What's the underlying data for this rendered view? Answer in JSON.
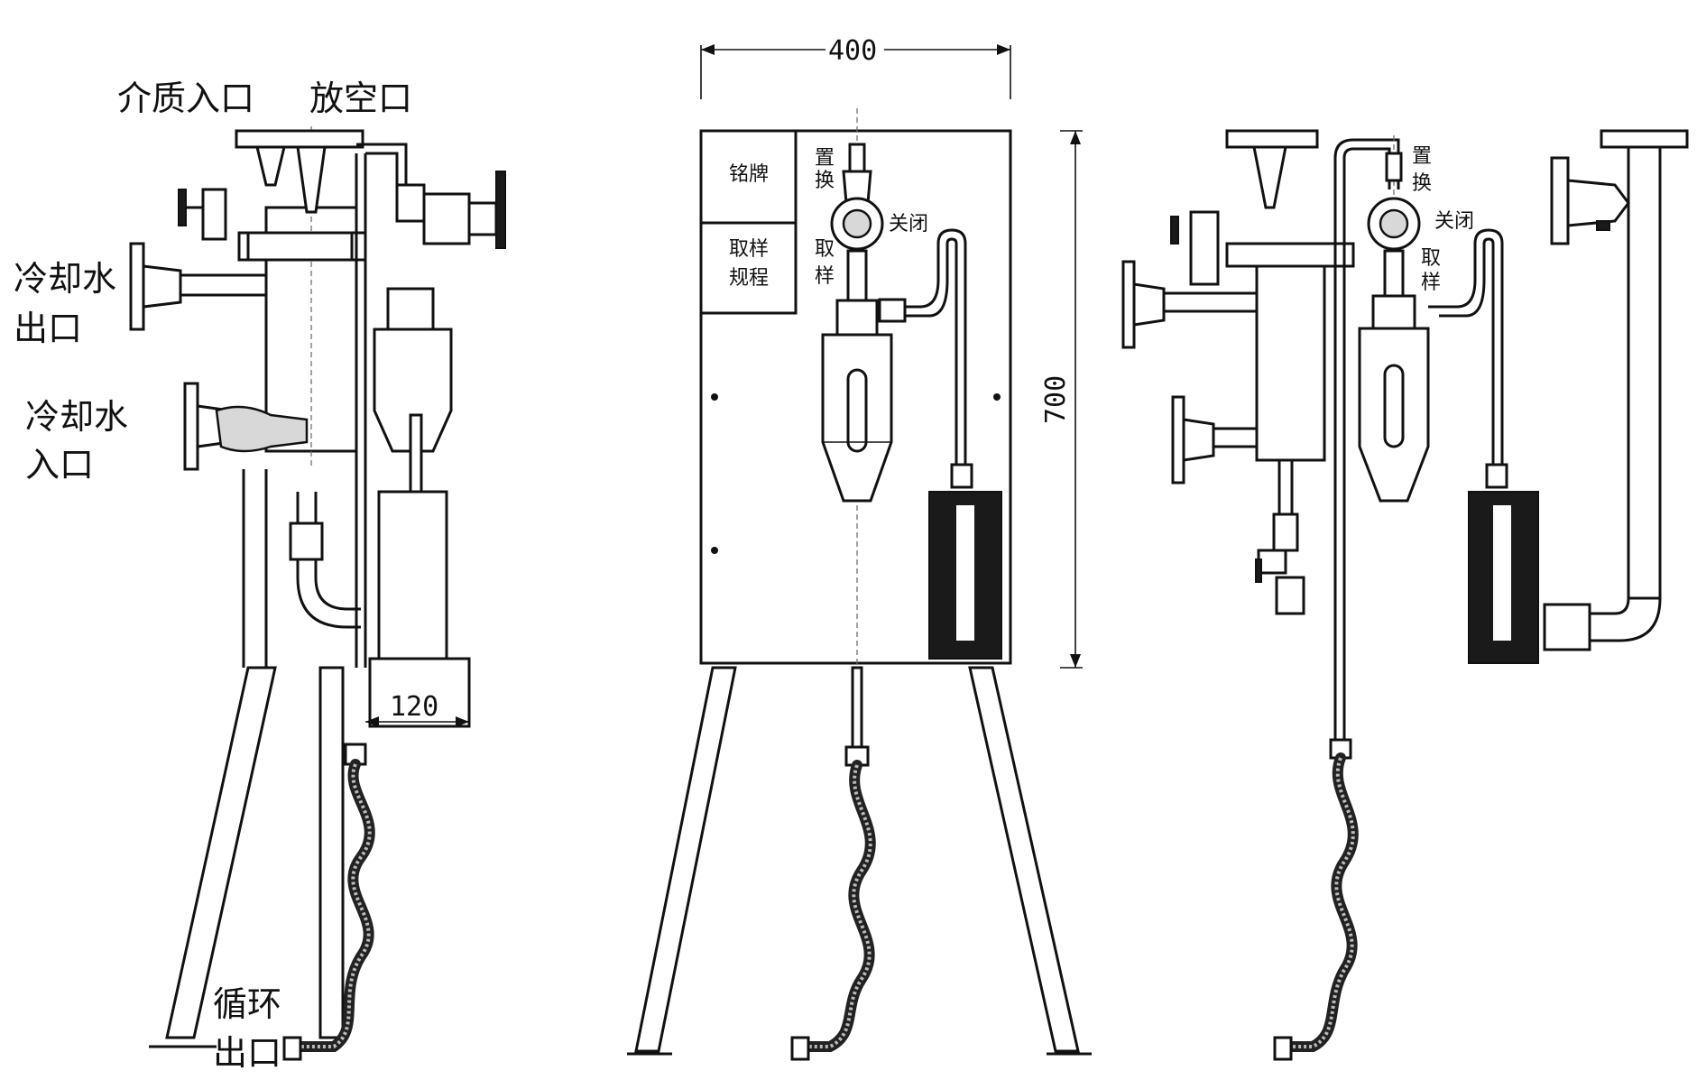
{
  "labels": {
    "medium_inlet": "介质入口",
    "vent": "放空口",
    "cooling_water_outlet_line1": "冷却水",
    "cooling_water_outlet_line2": "出口",
    "cooling_water_inlet_line1": "冷却水",
    "cooling_water_inlet_line2": "入口",
    "circulation_outlet_line1": "循环",
    "circulation_outlet_line2": "出口",
    "nameplate": "铭牌",
    "sampling_procedure_line1": "取样",
    "sampling_procedure_line2": "规程",
    "purge_top_1": "置",
    "purge_top_2": "换",
    "close": "关闭",
    "sample_1": "取",
    "sample_2": "样"
  },
  "dimensions": {
    "width": "400",
    "height": "700",
    "depth": "120"
  }
}
